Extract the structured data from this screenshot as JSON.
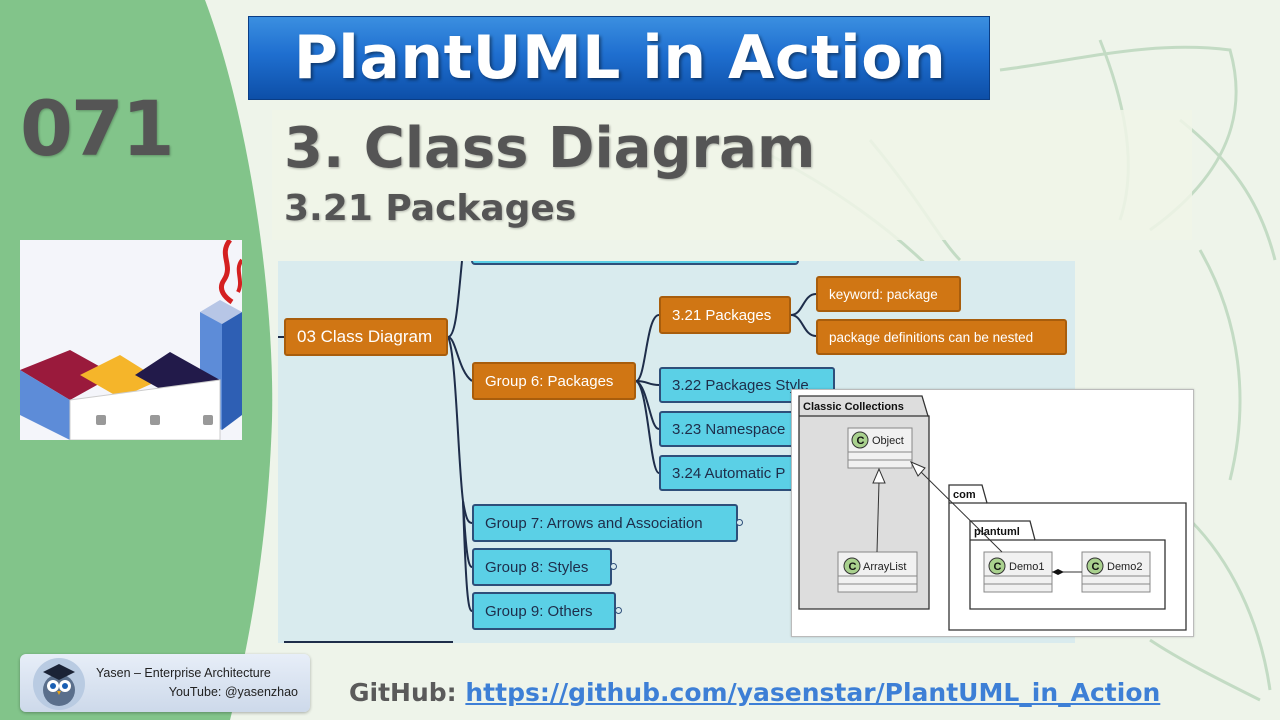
{
  "banner": {
    "title": "PlantUML in Action"
  },
  "episode": {
    "number": "071"
  },
  "section": {
    "title": "3. Class Diagram",
    "subtitle": "3.21 Packages"
  },
  "mindmap": {
    "root": "03 Class Diagram",
    "groups": [
      {
        "label": "Group 6: Packages"
      },
      {
        "label": "Group 7: Arrows and Association"
      },
      {
        "label": "Group 8: Styles"
      },
      {
        "label": "Group 9: Others"
      }
    ],
    "topics": [
      {
        "label": "3.21 Packages"
      },
      {
        "label": "3.22 Packages Style"
      },
      {
        "label": "3.23 Namespace"
      },
      {
        "label": "3.24 Automatic P"
      }
    ],
    "details": [
      {
        "label": "keyword: package"
      },
      {
        "label": "package definitions can be nested"
      }
    ],
    "colors": {
      "orange": "#d07614",
      "cyan": "#5bd0e6",
      "line": "#1e2d4a",
      "background": "#d9ebee"
    }
  },
  "uml": {
    "packages": [
      "Classic Collections",
      "com",
      "plantuml"
    ],
    "classes": [
      "Object",
      "ArrayList",
      "Demo1",
      "Demo2"
    ],
    "stereotype_letter": "C"
  },
  "author": {
    "name": "Yasen – Enterprise Architecture",
    "youtube": "YouTube: @yasenzhao"
  },
  "footer": {
    "github_label": "GitHub:",
    "github_url": "https://github.com/yasenstar/PlantUML_in_Action"
  },
  "icons": [
    "java-logo-icon",
    "factory-icon",
    "owl-avatar-icon",
    "class-c-icon"
  ]
}
